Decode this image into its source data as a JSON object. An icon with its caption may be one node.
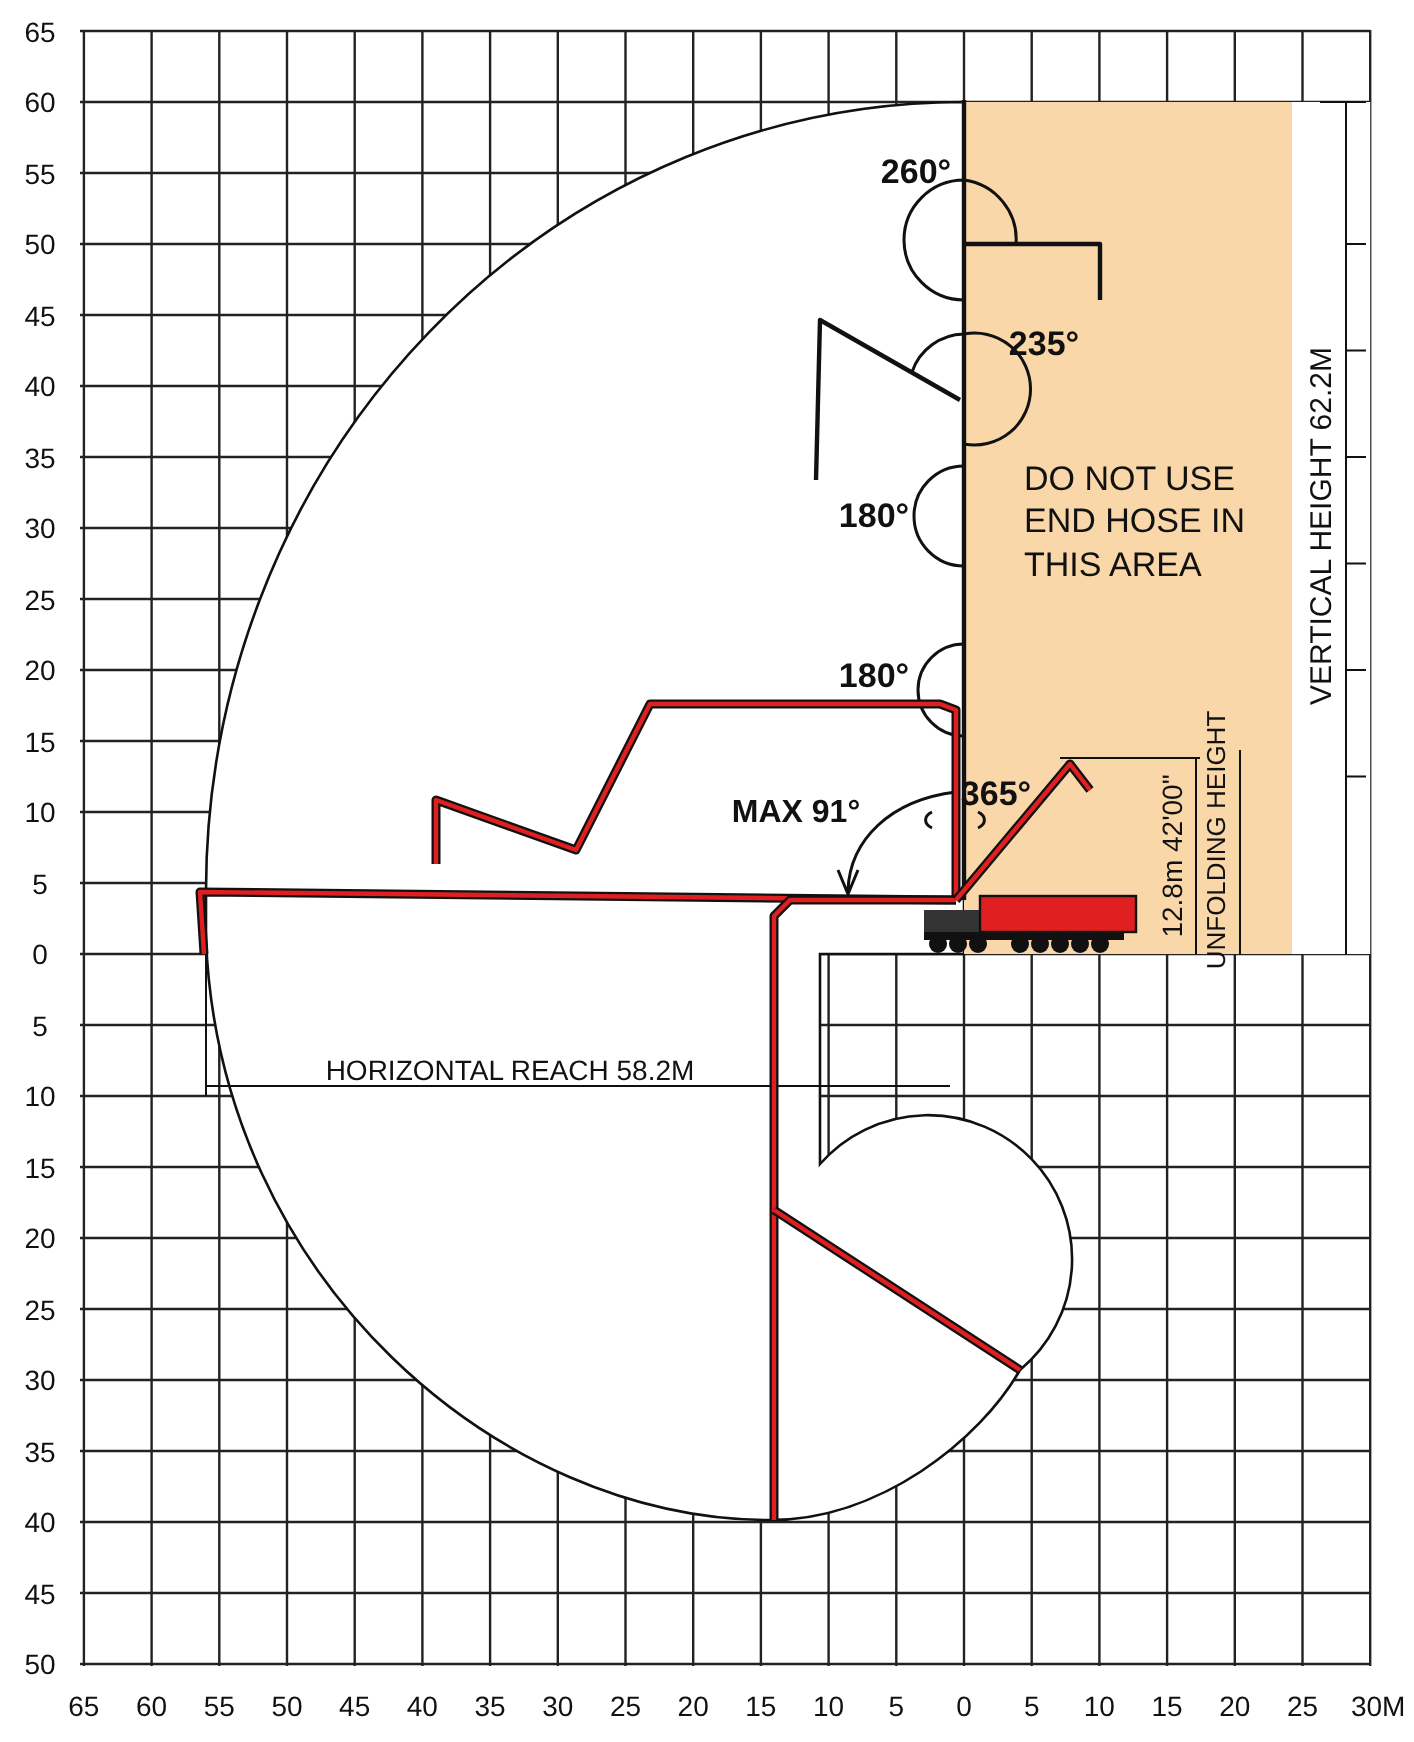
{
  "diagram": {
    "nodes": [
      {
        "text": [
          "DO NOT USE END HOSE IN THIS AREA"
        ]
      }
    ],
    "labels": [
      "65",
      "60",
      "55",
      "50",
      "45",
      "40",
      "35",
      "30",
      "25",
      "20",
      "15",
      "10",
      "5",
      "0",
      "5",
      "10",
      "15",
      "20",
      "25",
      "30",
      "35",
      "40",
      "45",
      "50",
      "260°",
      "235°",
      "180°",
      "VERTICAL HEIGHT 62.2M",
      "180°",
      "UNFOLDING HEIGHT",
      "365°",
      "MAX  91°",
      "12.8m  42'00\"",
      "HORIZONTAL REACH 58.2M",
      "65",
      "60",
      "55",
      "50",
      "45",
      "40",
      "35",
      "30",
      "25",
      "20",
      "15",
      "10",
      "5",
      "0",
      "5",
      "10",
      "15",
      "20",
      "25",
      "30M"
    ]
  }
}
